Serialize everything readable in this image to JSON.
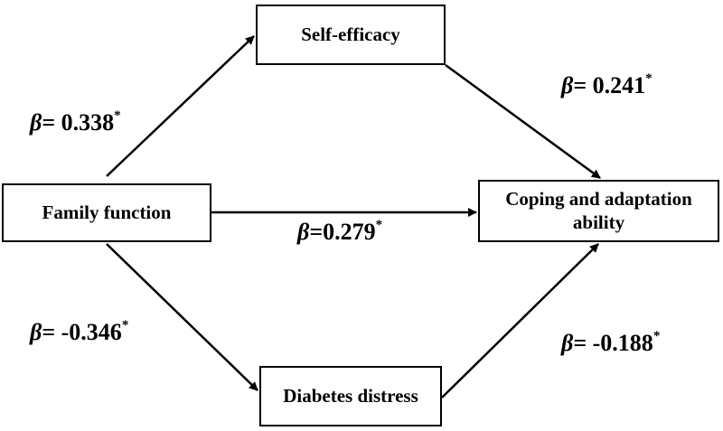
{
  "nodes": {
    "self_efficacy": "Self-efficacy",
    "family_function": "Family function",
    "coping_line1": "Coping and adaptation",
    "coping_line2": "ability",
    "diabetes_distress": "Diabetes distress"
  },
  "paths": {
    "family_to_self_efficacy": {
      "symbol": "β",
      "text": "= 0.338",
      "mark": "*"
    },
    "self_efficacy_to_coping": {
      "symbol": "β",
      "text": "= 0.241",
      "mark": "*"
    },
    "family_to_coping": {
      "symbol": "β",
      "text": "=0.279",
      "mark": "*"
    },
    "family_to_diabetes_distress": {
      "symbol": "β",
      "text": "= -0.346",
      "mark": "*"
    },
    "diabetes_distress_to_coping": {
      "symbol": "β",
      "text": "= -0.188",
      "mark": "*"
    }
  },
  "colors": {
    "stroke": "#000000",
    "background": "#ffffff"
  }
}
